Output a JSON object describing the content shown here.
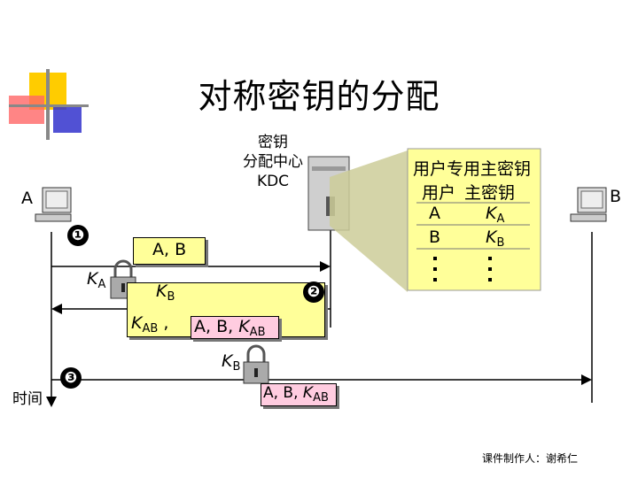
{
  "title": "对称密钥的分配",
  "kdc": {
    "line1": "密钥",
    "line2": "分配中心",
    "line3": "KDC"
  },
  "hosts": {
    "a": "A",
    "b": "B"
  },
  "time_label": "时间",
  "table": {
    "header1": "用户专用主密钥",
    "col_user": "用户",
    "col_key": "主密钥",
    "rows": [
      {
        "user": "A",
        "key": "K",
        "sub": "A"
      },
      {
        "user": "B",
        "key": "K",
        "sub": "B"
      }
    ]
  },
  "steps": [
    "❶",
    "❷",
    "❸"
  ],
  "msg1": "A, B",
  "msg2": {
    "ka": "K",
    "ka_sub": "A",
    "kb": "K",
    "kb_sub": "B",
    "kab": "K",
    "kab_sub": "AB",
    "comma": ",",
    "inner": "A, B, ",
    "inner_k": "K",
    "inner_sub": "AB"
  },
  "msg3": {
    "kb": "K",
    "kb_sub": "B",
    "inner": "A, B, ",
    "inner_k": "K",
    "inner_sub": "AB"
  },
  "credit": "课件制作人：谢希仁",
  "colors": {
    "yellow": "#ffff99",
    "pink": "#ffcce0",
    "accent_red": "#ff6666",
    "accent_yellow": "#ffcc00",
    "accent_blue": "#3333cc"
  }
}
